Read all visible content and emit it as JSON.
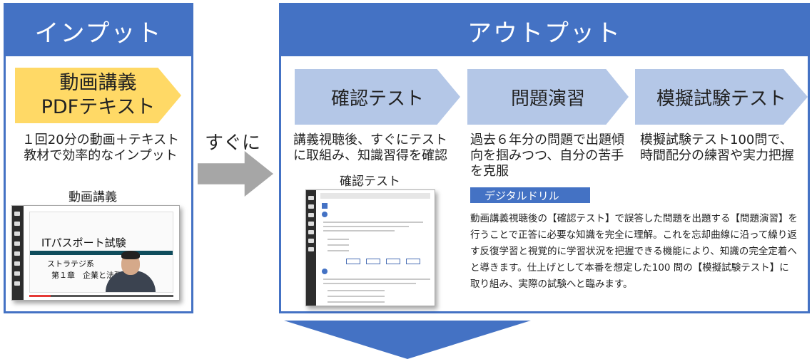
{
  "input": {
    "title": "インプット",
    "step_line1": "動画講義",
    "step_line2": "PDFテキスト",
    "desc_line1": "１回20分の動画＋テキスト",
    "desc_line2": "教材で効率的なインプット",
    "screenshot_label": "動画講義",
    "video": {
      "slide_title": "ITパスポート試験",
      "slide_sub1": "ストラテジ系",
      "slide_sub2": "第１章　企業と法務",
      "progress": 0.15
    }
  },
  "transition": {
    "label": "すぐに"
  },
  "output": {
    "title": "アウトプット",
    "steps": [
      {
        "label": "確認テスト",
        "desc_lines": [
          "講義視聴後、すぐにテスト",
          "に取組み、知識習得を確認"
        ]
      },
      {
        "label": "問題演習",
        "desc_lines": [
          "過去６年分の問題で出題傾",
          "向を掴みつつ、自分の苦手",
          "を克服"
        ]
      },
      {
        "label": "模擬試験テスト",
        "desc_lines": [
          "模擬試験テスト100問で、",
          "時間配分の練習や実力把握"
        ]
      }
    ],
    "screenshot_label": "確認テスト",
    "badge": "デジタルドリル",
    "body": "動画講義視聴後の【確認テスト】で誤答した問題を出題する【問題演習】を行うことで正答に必要な知識を完全に理解。これを忘却曲線に沿って繰り返す反復学習と視覚的に学習状況を把握できる機能により、知識の完全定着へと導きます。仕上げとして本番を想定した100 問の【模擬試験テスト】に取り組み、実際の試験へと臨みます。"
  },
  "colors": {
    "accent_blue": "#4472c4",
    "chevron_yellow": "#ffd966",
    "chevron_blue": "#b4c7e7",
    "arrow_gray": "#a6a6a6"
  }
}
